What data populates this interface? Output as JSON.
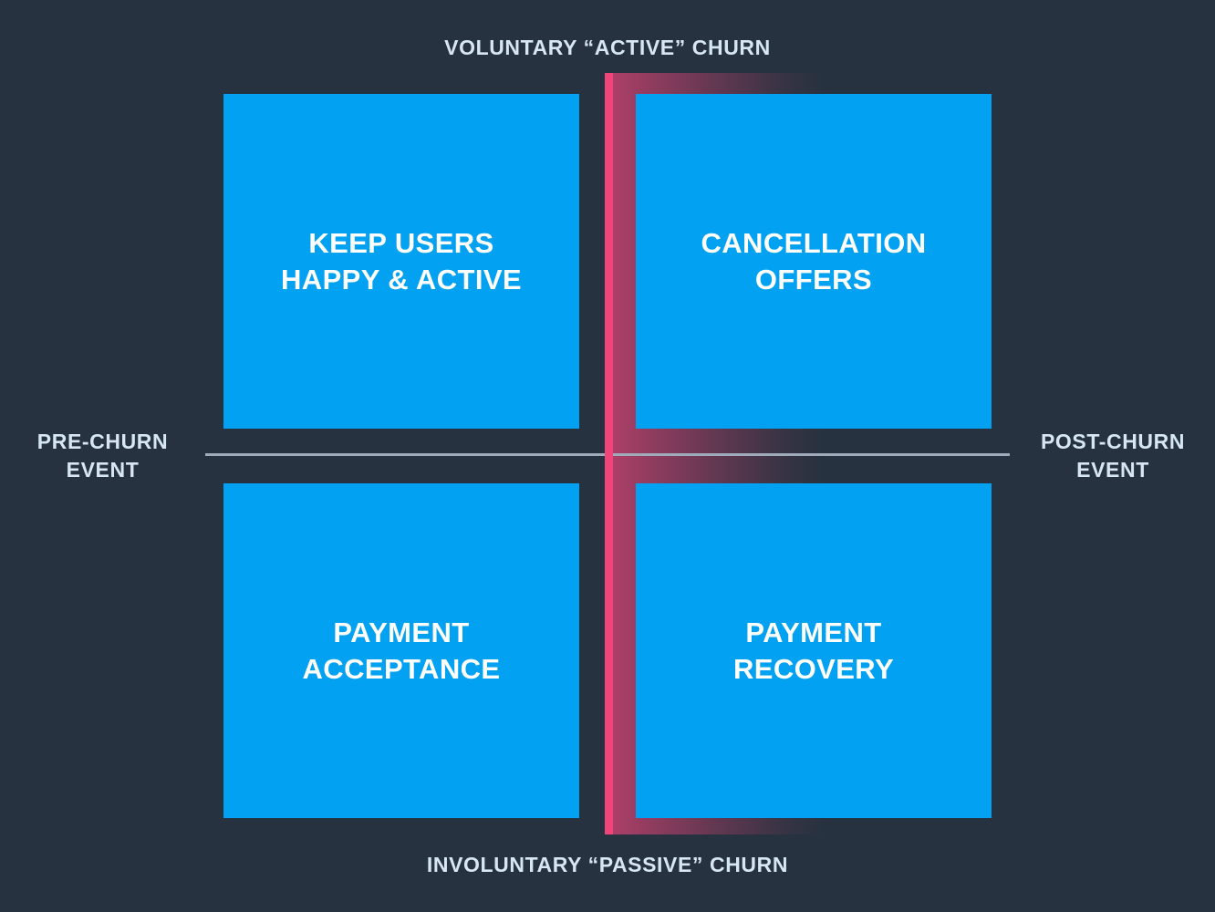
{
  "diagram": {
    "top_axis_label": "VOLUNTARY “ACTIVE” CHURN",
    "bottom_axis_label": "INVOLUNTARY “PASSIVE” CHURN",
    "left_axis_label": {
      "line1": "PRE-CHURN",
      "line2": "EVENT"
    },
    "right_axis_label": {
      "line1": "POST-CHURN",
      "line2": "EVENT"
    },
    "quadrants": {
      "top_left": {
        "label_line1": "KEEP USERS",
        "label_line2": "HAPPY & ACTIVE"
      },
      "top_right": {
        "label_line1": "CANCELLATION",
        "label_line2": "OFFERS"
      },
      "bottom_left": {
        "label_line1": "PAYMENT",
        "label_line2": "ACCEPTANCE"
      },
      "bottom_right": {
        "label_line1": "PAYMENT",
        "label_line2": "RECOVERY"
      }
    }
  },
  "colors": {
    "background": "#26323F",
    "quadrant_blue": "#02A1F1",
    "divider_pink": "#F0457B",
    "axis_line_gray": "#9FABBB",
    "axis_label_text": "#D6E6F2",
    "quadrant_text": "#FFFFFF"
  }
}
